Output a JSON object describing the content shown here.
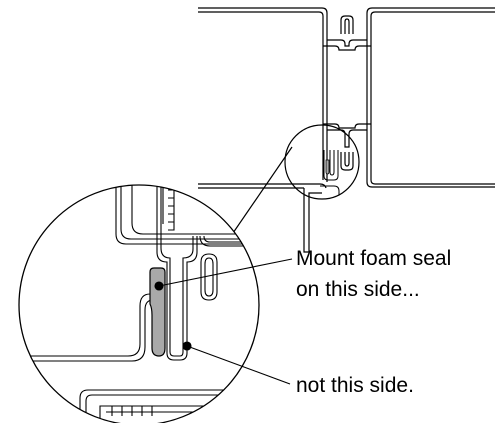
{
  "labels": {
    "mount_line_1": "Mount foam seal",
    "mount_line_2": "on this side...",
    "not_side": "not this side."
  },
  "colors": {
    "line": "#000000",
    "seal_fill": "#a9a9a9",
    "background": "#ffffff"
  },
  "icons": {
    "callout_dot": "filled-circle"
  }
}
